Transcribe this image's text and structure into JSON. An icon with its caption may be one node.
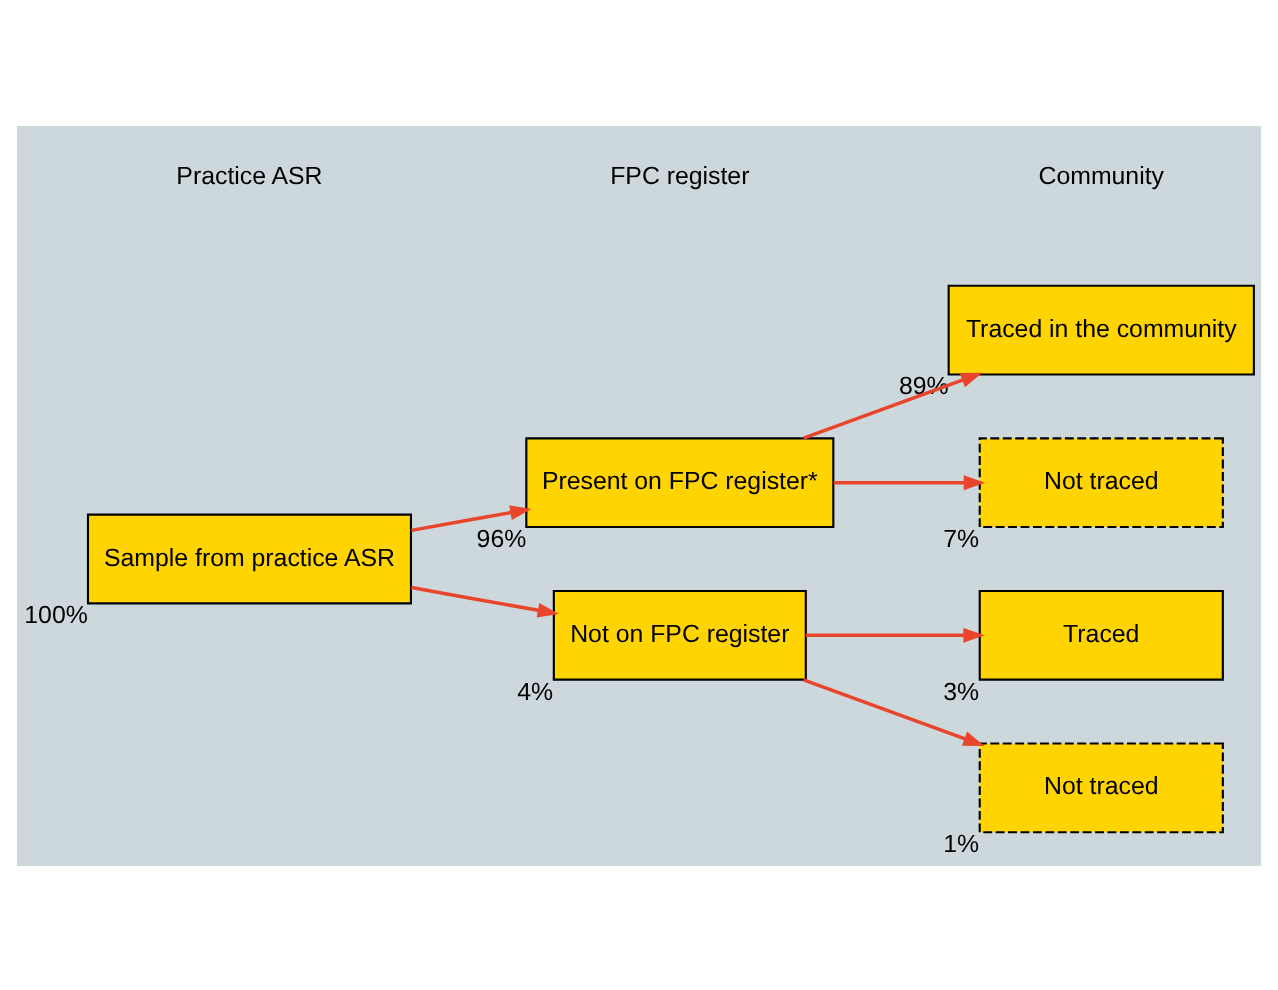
{
  "diagram": {
    "nodes": [
      {
        "text": [
          "Sample from practice ASR"
        ],
        "beside": [
          "100%"
        ]
      },
      {
        "text": [
          "Present on FPC register*"
        ],
        "beside": [
          "96%"
        ]
      },
      {
        "text": [
          "Traced in the community"
        ],
        "beside": [
          "89%"
        ]
      },
      {
        "text": [
          "Not traced"
        ],
        "beside": [
          "7%"
        ]
      },
      {
        "text": [
          "Not on FPC register"
        ],
        "beside": [
          "4%"
        ]
      },
      {
        "text": [
          "Traced"
        ],
        "beside": [
          "3%"
        ]
      },
      {
        "text": [
          "Not traced"
        ],
        "beside": [
          "1%"
        ]
      }
    ],
    "edges": [
      {
        "from": 0,
        "to": 1,
        "arrow": "to"
      },
      {
        "from": 1,
        "to": 2,
        "arrow": "to"
      },
      {
        "from": 1,
        "to": 3,
        "arrow": "to"
      },
      {
        "from": 0,
        "to": 4,
        "arrow": "to"
      },
      {
        "from": 4,
        "to": 5,
        "arrow": "to"
      },
      {
        "from": 4,
        "to": 6,
        "arrow": "to"
      }
    ],
    "labels": [
      "Practice ASR",
      "FPC register",
      "Community"
    ]
  }
}
